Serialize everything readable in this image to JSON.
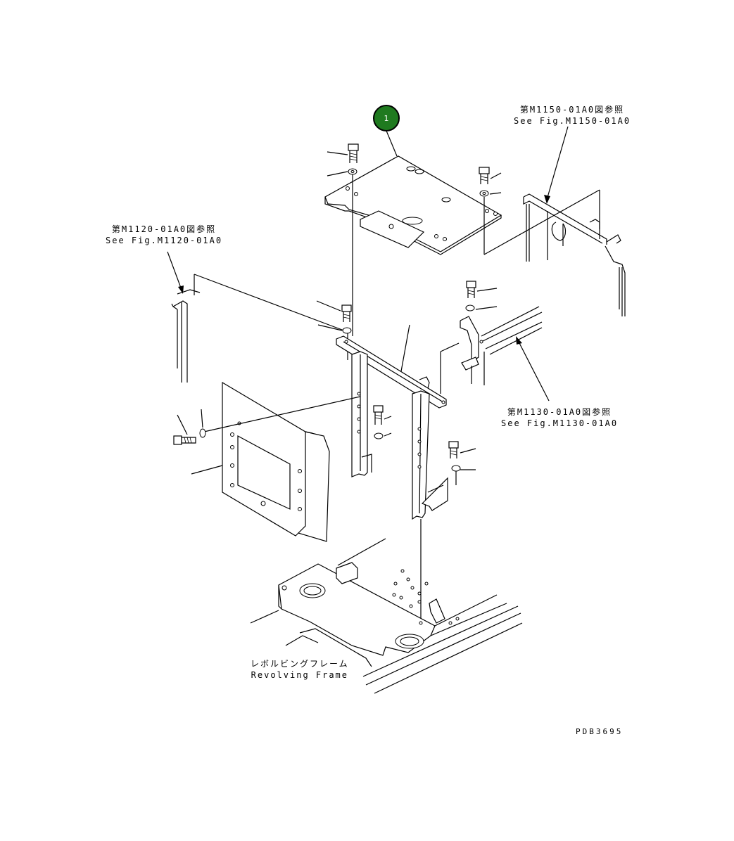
{
  "callout": {
    "number": "1",
    "color": "#1f7a1f"
  },
  "references": {
    "m1150": {
      "jp": "第M1150-01A0図参照",
      "en": "See Fig.M1150-01A0"
    },
    "m1120": {
      "jp": "第M1120-01A0図参照",
      "en": "See Fig.M1120-01A0"
    },
    "m1130": {
      "jp": "第M1130-01A0図参照",
      "en": "See Fig.M1130-01A0"
    },
    "frame": {
      "jp": "レボルビングフレーム",
      "en": "Revolving Frame"
    }
  },
  "drawing_code": "PDB3695"
}
